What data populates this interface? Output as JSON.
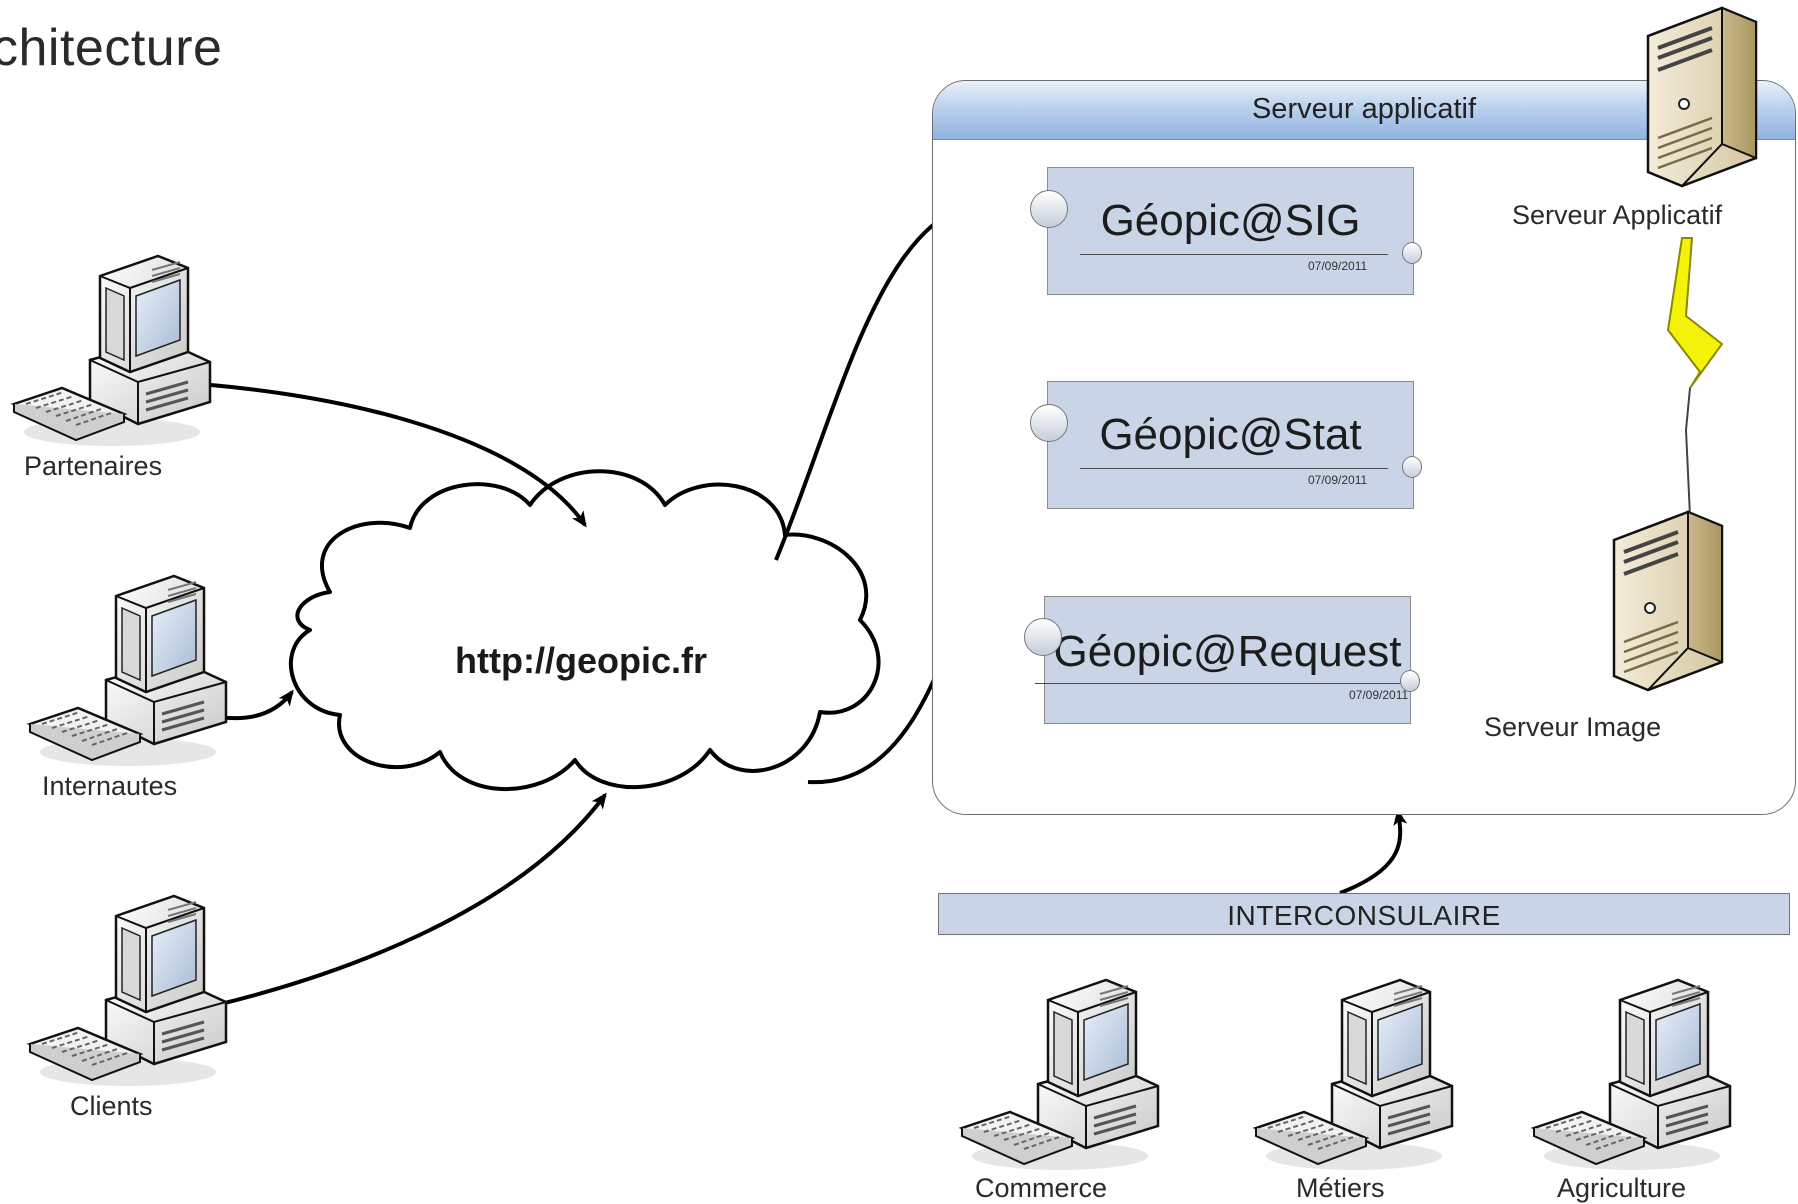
{
  "page_title": "chitecture",
  "cloud": {
    "label": "http://geopic.fr"
  },
  "clients": [
    {
      "label": "Partenaires"
    },
    {
      "label": "Internautes"
    },
    {
      "label": "Clients"
    }
  ],
  "server_group": {
    "title": "Serveur applicatif",
    "modules": [
      {
        "name": "Géopic@SIG",
        "date": "07/09/2011"
      },
      {
        "name": "Géopic@Stat",
        "date": "07/09/2011"
      },
      {
        "name": "Géopic@Request",
        "date": "07/09/2011"
      }
    ],
    "app_server": {
      "label": "Serveur Applicatif",
      "icon": "server-tower-icon"
    },
    "image_server": {
      "label": "Serveur Image",
      "icon": "server-tower-icon"
    },
    "link_icon": "lightning-bolt-icon"
  },
  "interconsulaire": {
    "label": "INTERCONSULAIRE",
    "members": [
      {
        "label": "Commerce"
      },
      {
        "label": "Métiers"
      },
      {
        "label": "Agriculture"
      }
    ]
  },
  "colors": {
    "module_fill": "#c9d5e7",
    "header_blue": "#8fb2e0",
    "bolt_yellow": "#f4f20a"
  }
}
